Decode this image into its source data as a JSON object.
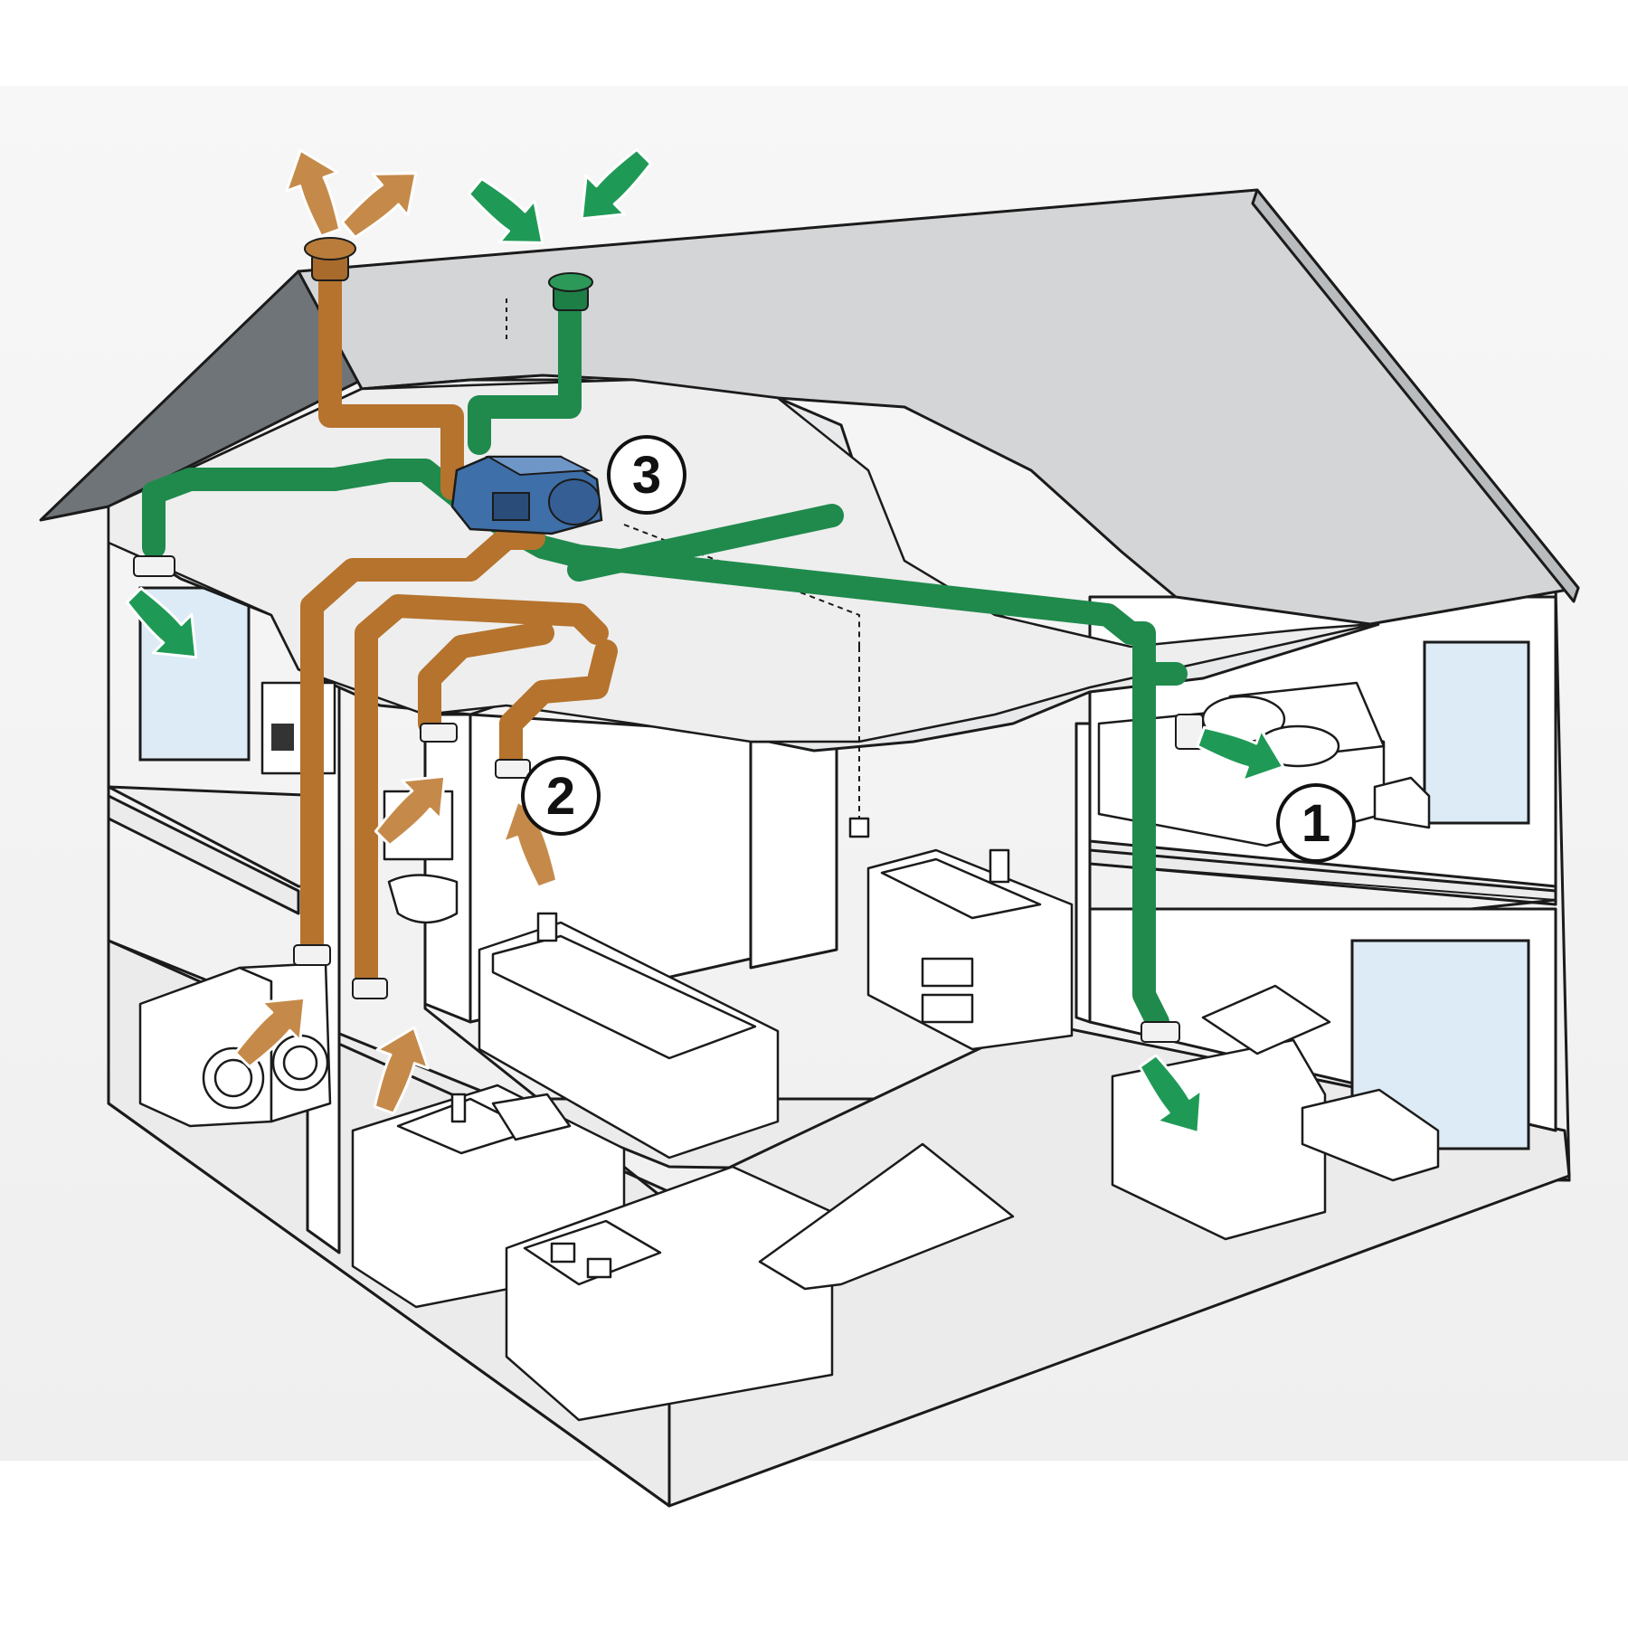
{
  "colors": {
    "supply_duct": "#1f8a4c",
    "exhaust_duct": "#b5732d",
    "roof": "#d3d5d6",
    "roof_edge": "#6f7478",
    "floor": "#ebebeb",
    "window_glass": "#dcebf5",
    "unit_body": "#3f6fa8",
    "supply_arrow": "#1f9a56",
    "exhaust_arrow": "#c58a4a",
    "background": "#f2f3f4"
  },
  "callouts": [
    {
      "id": "1",
      "label": "1"
    },
    {
      "id": "2",
      "label": "2"
    },
    {
      "id": "3",
      "label": "3"
    }
  ],
  "arrows": {
    "exhaust": [
      "roof-outlet-1",
      "roof-outlet-2",
      "toilet-extract",
      "wc-extract",
      "laundry-extract",
      "kitchen-extract"
    ],
    "supply": [
      "roof-intake-1",
      "roof-intake-2",
      "upstairs-left-room",
      "bedroom",
      "living-room"
    ]
  },
  "icons": [
    "ventilation-unit-icon",
    "washing-machine-icon",
    "dryer-icon",
    "stove-icon",
    "sink-icon",
    "bathtub-icon",
    "toilet-icon",
    "bed-icon",
    "sofa-icon"
  ]
}
